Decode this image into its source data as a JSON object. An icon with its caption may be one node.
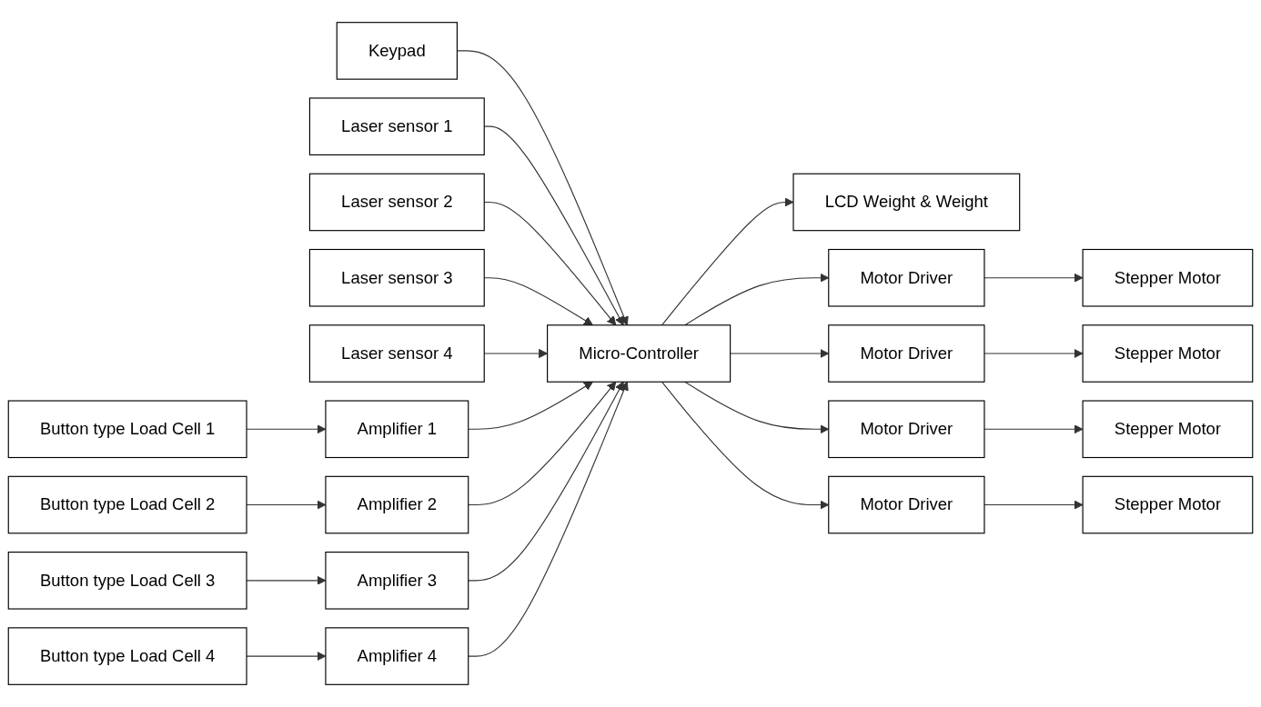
{
  "diagram": {
    "nodes": [
      {
        "text": [
          "Keypad"
        ]
      },
      {
        "text": [
          "Micro-Controller"
        ]
      },
      {
        "text": [
          "Laser sensor 1"
        ]
      },
      {
        "text": [
          "Laser sensor 2"
        ]
      },
      {
        "text": [
          "Laser sensor 3"
        ]
      },
      {
        "text": [
          "Laser sensor 4"
        ]
      },
      {
        "text": [
          "Button type Load Cell 1"
        ]
      },
      {
        "text": [
          "Button type Load Cell 2"
        ]
      },
      {
        "text": [
          "Button type Load Cell 3"
        ]
      },
      {
        "text": [
          "Button type Load Cell 4"
        ]
      },
      {
        "text": [
          "Amplifier 1"
        ]
      },
      {
        "text": [
          "Amplifier 2"
        ]
      },
      {
        "text": [
          "Amplifier 3"
        ]
      },
      {
        "text": [
          "Amplifier 4"
        ]
      },
      {
        "text": [
          "LCD Weight & Weight"
        ]
      },
      {
        "text": [
          "Motor Driver"
        ]
      },
      {
        "text": [
          "Stepper Motor"
        ]
      },
      {
        "text": [
          "Motor Driver"
        ]
      },
      {
        "text": [
          "Stepper Motor"
        ]
      },
      {
        "text": [
          "Motor Driver"
        ]
      },
      {
        "text": [
          "Stepper Motor"
        ]
      },
      {
        "text": [
          "Motor Driver"
        ]
      },
      {
        "text": [
          "Stepper Motor"
        ]
      }
    ],
    "edges": [
      {
        "from": 0,
        "to": 1,
        "arrow": "to"
      },
      {
        "from": 2,
        "to": 1,
        "arrow": "to"
      },
      {
        "from": 3,
        "to": 1,
        "arrow": "to"
      },
      {
        "from": 4,
        "to": 1,
        "arrow": "to"
      },
      {
        "from": 5,
        "to": 1,
        "arrow": "to"
      },
      {
        "from": 6,
        "to": 10,
        "arrow": "to"
      },
      {
        "from": 7,
        "to": 11,
        "arrow": "to"
      },
      {
        "from": 8,
        "to": 12,
        "arrow": "to"
      },
      {
        "from": 9,
        "to": 13,
        "arrow": "to"
      },
      {
        "from": 10,
        "to": 1,
        "arrow": "to"
      },
      {
        "from": 11,
        "to": 1,
        "arrow": "to"
      },
      {
        "from": 12,
        "to": 1,
        "arrow": "to"
      },
      {
        "from": 13,
        "to": 1,
        "arrow": "to"
      },
      {
        "from": 1,
        "to": 14,
        "arrow": "to"
      },
      {
        "from": 1,
        "to": 15,
        "arrow": "to"
      },
      {
        "from": 1,
        "to": 17,
        "arrow": "to"
      },
      {
        "from": 1,
        "to": 19,
        "arrow": "to"
      },
      {
        "from": 1,
        "to": 21,
        "arrow": "to"
      },
      {
        "from": 15,
        "to": 16,
        "arrow": "to"
      },
      {
        "from": 17,
        "to": 18,
        "arrow": "to"
      },
      {
        "from": 19,
        "to": 20,
        "arrow": "to"
      },
      {
        "from": 21,
        "to": 22,
        "arrow": "to"
      }
    ]
  }
}
